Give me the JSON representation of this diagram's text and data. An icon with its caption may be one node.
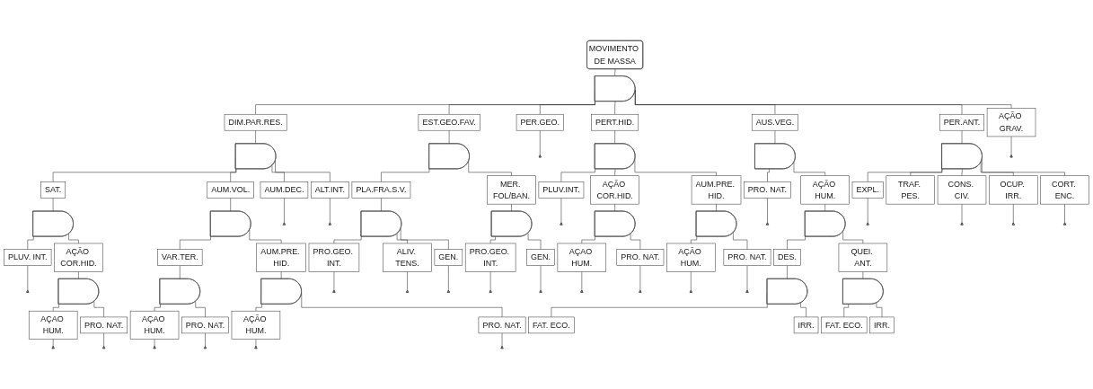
{
  "diagram": {
    "nodes": [
      {
        "text": [
          "MOVIMENTO DE MASSA"
        ]
      },
      {
        "text": [],
        "shape": "gate"
      },
      {
        "text": [
          "DIM.PAR.RES."
        ]
      },
      {
        "text": [],
        "shape": "gate"
      },
      {
        "text": [
          "SAT."
        ]
      },
      {
        "text": [],
        "shape": "gate"
      },
      {
        "text": [
          "PLUV. INT."
        ]
      },
      {
        "text": [],
        "shape": "triangle"
      },
      {
        "text": [
          "AÇÃO COR.HID."
        ]
      },
      {
        "text": [],
        "shape": "gate"
      },
      {
        "text": [
          "AÇAO HUM."
        ]
      },
      {
        "text": [],
        "shape": "triangle"
      },
      {
        "text": [
          "PRO. NAT."
        ]
      },
      {
        "text": [],
        "shape": "triangle"
      },
      {
        "text": [
          "AUM.VOL."
        ]
      },
      {
        "text": [],
        "shape": "gate"
      },
      {
        "text": [
          "VAR.TER."
        ]
      },
      {
        "text": [],
        "shape": "gate"
      },
      {
        "text": [
          "AÇAO HUM."
        ]
      },
      {
        "text": [],
        "shape": "triangle"
      },
      {
        "text": [
          "PRO. NAT."
        ]
      },
      {
        "text": [],
        "shape": "triangle"
      },
      {
        "text": [
          "AUM.PRE. HID."
        ]
      },
      {
        "text": [],
        "shape": "gate"
      },
      {
        "text": [
          "AÇÃO HUM."
        ]
      },
      {
        "text": [],
        "shape": "triangle"
      },
      {
        "text": [
          "PRO. NAT."
        ]
      },
      {
        "text": [],
        "shape": "triangle"
      },
      {
        "text": [
          "AUM.DEC."
        ]
      },
      {
        "text": [],
        "shape": "triangle"
      },
      {
        "text": [
          "ALT.INT."
        ]
      },
      {
        "text": [],
        "shape": "triangle"
      },
      {
        "text": [
          "EST.GEO.FAV."
        ]
      },
      {
        "text": [],
        "shape": "gate"
      },
      {
        "text": [
          "PLA.FRA.S.V."
        ]
      },
      {
        "text": [],
        "shape": "gate"
      },
      {
        "text": [
          "PRO.GEO. INT."
        ]
      },
      {
        "text": [],
        "shape": "triangle"
      },
      {
        "text": [
          "ALIV. TENS."
        ]
      },
      {
        "text": [],
        "shape": "triangle"
      },
      {
        "text": [
          "GEN."
        ]
      },
      {
        "text": [],
        "shape": "triangle"
      },
      {
        "text": [
          "MER. FOL/BAN."
        ]
      },
      {
        "text": [],
        "shape": "gate"
      },
      {
        "text": [
          "PRO.GEO. INT."
        ]
      },
      {
        "text": [],
        "shape": "triangle"
      },
      {
        "text": [
          "GEN."
        ]
      },
      {
        "text": [],
        "shape": "triangle"
      },
      {
        "text": [
          "PER.GEO."
        ]
      },
      {
        "text": [],
        "shape": "triangle"
      },
      {
        "text": [
          "PERT.HID."
        ]
      },
      {
        "text": [],
        "shape": "gate"
      },
      {
        "text": [
          "PLUV.INT."
        ]
      },
      {
        "text": [],
        "shape": "triangle"
      },
      {
        "text": [
          "AÇÃO COR.HID."
        ]
      },
      {
        "text": [],
        "shape": "gate"
      },
      {
        "text": [
          "AÇAO HUM."
        ]
      },
      {
        "text": [],
        "shape": "triangle"
      },
      {
        "text": [
          "PRO. NAT."
        ]
      },
      {
        "text": [],
        "shape": "triangle"
      },
      {
        "text": [
          "AUM.PRE. HID."
        ]
      },
      {
        "text": [],
        "shape": "gate"
      },
      {
        "text": [
          "AÇÃO HUM."
        ]
      },
      {
        "text": [],
        "shape": "triangle"
      },
      {
        "text": [
          "PRO. NAT."
        ]
      },
      {
        "text": [],
        "shape": "triangle"
      },
      {
        "text": [
          "AUS.VEG."
        ]
      },
      {
        "text": [],
        "shape": "gate"
      },
      {
        "text": [
          "PRO. NAT."
        ]
      },
      {
        "text": [],
        "shape": "triangle"
      },
      {
        "text": [
          "AÇÃO HUM."
        ]
      },
      {
        "text": [],
        "shape": "gate"
      },
      {
        "text": [
          "DES."
        ]
      },
      {
        "text": [],
        "shape": "gate"
      },
      {
        "text": [
          "FAT. ECO."
        ]
      },
      {
        "text": [
          "IRR."
        ]
      },
      {
        "text": [
          "QUEI. ANT."
        ]
      },
      {
        "text": [],
        "shape": "gate"
      },
      {
        "text": [
          "FAT. ECO."
        ]
      },
      {
        "text": [
          "IRR."
        ]
      },
      {
        "text": [
          "PER.ANT."
        ]
      },
      {
        "text": [],
        "shape": "gate"
      },
      {
        "text": [
          "EXPL."
        ]
      },
      {
        "text": [],
        "shape": "triangle"
      },
      {
        "text": [
          "TRAF. PES."
        ]
      },
      {
        "text": [
          "CONS. CIV."
        ]
      },
      {
        "text": [],
        "shape": "triangle"
      },
      {
        "text": [
          "OCUP. IRR."
        ]
      },
      {
        "text": [],
        "shape": "triangle"
      },
      {
        "text": [
          "CORT. ENC."
        ]
      },
      {
        "text": [],
        "shape": "triangle"
      },
      {
        "text": [
          "AÇÃO GRAV."
        ]
      },
      {
        "text": [],
        "shape": "triangle"
      }
    ],
    "edges": [
      {
        "from": 0,
        "to": 1,
        "arrow": "none"
      },
      {
        "from": 1,
        "to": 2,
        "arrow": "none"
      },
      {
        "from": 1,
        "to": 32,
        "arrow": "none"
      },
      {
        "from": 1,
        "to": 48,
        "arrow": "none"
      },
      {
        "from": 1,
        "to": 50,
        "arrow": "none"
      },
      {
        "from": 1,
        "to": 66,
        "arrow": "none"
      },
      {
        "from": 1,
        "to": 80,
        "arrow": "none"
      },
      {
        "from": 1,
        "to": 91,
        "arrow": "none"
      },
      {
        "from": 2,
        "to": 3,
        "arrow": "none"
      },
      {
        "from": 3,
        "to": 4,
        "arrow": "none"
      },
      {
        "from": 3,
        "to": 14,
        "arrow": "none"
      },
      {
        "from": 3,
        "to": 28,
        "arrow": "none"
      },
      {
        "from": 3,
        "to": 30,
        "arrow": "none"
      },
      {
        "from": 4,
        "to": 5,
        "arrow": "none"
      },
      {
        "from": 5,
        "to": 6,
        "arrow": "none"
      },
      {
        "from": 5,
        "to": 8,
        "arrow": "none"
      },
      {
        "from": 6,
        "to": 7,
        "arrow": "none"
      },
      {
        "from": 8,
        "to": 9,
        "arrow": "none"
      },
      {
        "from": 9,
        "to": 10,
        "arrow": "none"
      },
      {
        "from": 9,
        "to": 12,
        "arrow": "none"
      },
      {
        "from": 10,
        "to": 11,
        "arrow": "none"
      },
      {
        "from": 12,
        "to": 13,
        "arrow": "none"
      },
      {
        "from": 14,
        "to": 15,
        "arrow": "none"
      },
      {
        "from": 15,
        "to": 16,
        "arrow": "none"
      },
      {
        "from": 15,
        "to": 22,
        "arrow": "none"
      },
      {
        "from": 16,
        "to": 17,
        "arrow": "none"
      },
      {
        "from": 17,
        "to": 18,
        "arrow": "none"
      },
      {
        "from": 17,
        "to": 20,
        "arrow": "none"
      },
      {
        "from": 18,
        "to": 19,
        "arrow": "none"
      },
      {
        "from": 20,
        "to": 21,
        "arrow": "none"
      },
      {
        "from": 22,
        "to": 23,
        "arrow": "none"
      },
      {
        "from": 23,
        "to": 24,
        "arrow": "none"
      },
      {
        "from": 23,
        "to": 26,
        "arrow": "none"
      },
      {
        "from": 24,
        "to": 25,
        "arrow": "none"
      },
      {
        "from": 26,
        "to": 27,
        "arrow": "none"
      },
      {
        "from": 28,
        "to": 29,
        "arrow": "none"
      },
      {
        "from": 30,
        "to": 31,
        "arrow": "none"
      },
      {
        "from": 32,
        "to": 33,
        "arrow": "none"
      },
      {
        "from": 33,
        "to": 34,
        "arrow": "none"
      },
      {
        "from": 33,
        "to": 42,
        "arrow": "none"
      },
      {
        "from": 34,
        "to": 35,
        "arrow": "none"
      },
      {
        "from": 35,
        "to": 36,
        "arrow": "none"
      },
      {
        "from": 35,
        "to": 38,
        "arrow": "none"
      },
      {
        "from": 35,
        "to": 40,
        "arrow": "none"
      },
      {
        "from": 36,
        "to": 37,
        "arrow": "none"
      },
      {
        "from": 38,
        "to": 39,
        "arrow": "none"
      },
      {
        "from": 40,
        "to": 41,
        "arrow": "none"
      },
      {
        "from": 42,
        "to": 43,
        "arrow": "none"
      },
      {
        "from": 43,
        "to": 44,
        "arrow": "none"
      },
      {
        "from": 43,
        "to": 46,
        "arrow": "none"
      },
      {
        "from": 44,
        "to": 45,
        "arrow": "none"
      },
      {
        "from": 46,
        "to": 47,
        "arrow": "none"
      },
      {
        "from": 48,
        "to": 49,
        "arrow": "none"
      },
      {
        "from": 50,
        "to": 51,
        "arrow": "none"
      },
      {
        "from": 51,
        "to": 52,
        "arrow": "none"
      },
      {
        "from": 51,
        "to": 54,
        "arrow": "none"
      },
      {
        "from": 51,
        "to": 60,
        "arrow": "none"
      },
      {
        "from": 52,
        "to": 53,
        "arrow": "none"
      },
      {
        "from": 54,
        "to": 55,
        "arrow": "none"
      },
      {
        "from": 55,
        "to": 56,
        "arrow": "none"
      },
      {
        "from": 55,
        "to": 58,
        "arrow": "none"
      },
      {
        "from": 56,
        "to": 57,
        "arrow": "none"
      },
      {
        "from": 58,
        "to": 59,
        "arrow": "none"
      },
      {
        "from": 60,
        "to": 61,
        "arrow": "none"
      },
      {
        "from": 61,
        "to": 62,
        "arrow": "none"
      },
      {
        "from": 61,
        "to": 64,
        "arrow": "none"
      },
      {
        "from": 62,
        "to": 63,
        "arrow": "none"
      },
      {
        "from": 64,
        "to": 65,
        "arrow": "none"
      },
      {
        "from": 66,
        "to": 67,
        "arrow": "none"
      },
      {
        "from": 67,
        "to": 68,
        "arrow": "none"
      },
      {
        "from": 67,
        "to": 70,
        "arrow": "none"
      },
      {
        "from": 68,
        "to": 69,
        "arrow": "none"
      },
      {
        "from": 70,
        "to": 71,
        "arrow": "none"
      },
      {
        "from": 71,
        "to": 72,
        "arrow": "none"
      },
      {
        "from": 71,
        "to": 76,
        "arrow": "none"
      },
      {
        "from": 72,
        "to": 73,
        "arrow": "none"
      },
      {
        "from": 73,
        "to": 74,
        "arrow": "none"
      },
      {
        "from": 73,
        "to": 75,
        "arrow": "none"
      },
      {
        "from": 76,
        "to": 77,
        "arrow": "none"
      },
      {
        "from": 77,
        "to": 78,
        "arrow": "none"
      },
      {
        "from": 77,
        "to": 79,
        "arrow": "none"
      },
      {
        "from": 80,
        "to": 81,
        "arrow": "none"
      },
      {
        "from": 81,
        "to": 82,
        "arrow": "none"
      },
      {
        "from": 81,
        "to": 84,
        "arrow": "none"
      },
      {
        "from": 81,
        "to": 85,
        "arrow": "none"
      },
      {
        "from": 81,
        "to": 87,
        "arrow": "none"
      },
      {
        "from": 81,
        "to": 89,
        "arrow": "none"
      },
      {
        "from": 82,
        "to": 83,
        "arrow": "none"
      },
      {
        "from": 85,
        "to": 86,
        "arrow": "none"
      },
      {
        "from": 87,
        "to": 88,
        "arrow": "none"
      },
      {
        "from": 89,
        "to": 90,
        "arrow": "none"
      },
      {
        "from": 91,
        "to": 92,
        "arrow": "none"
      }
    ]
  }
}
